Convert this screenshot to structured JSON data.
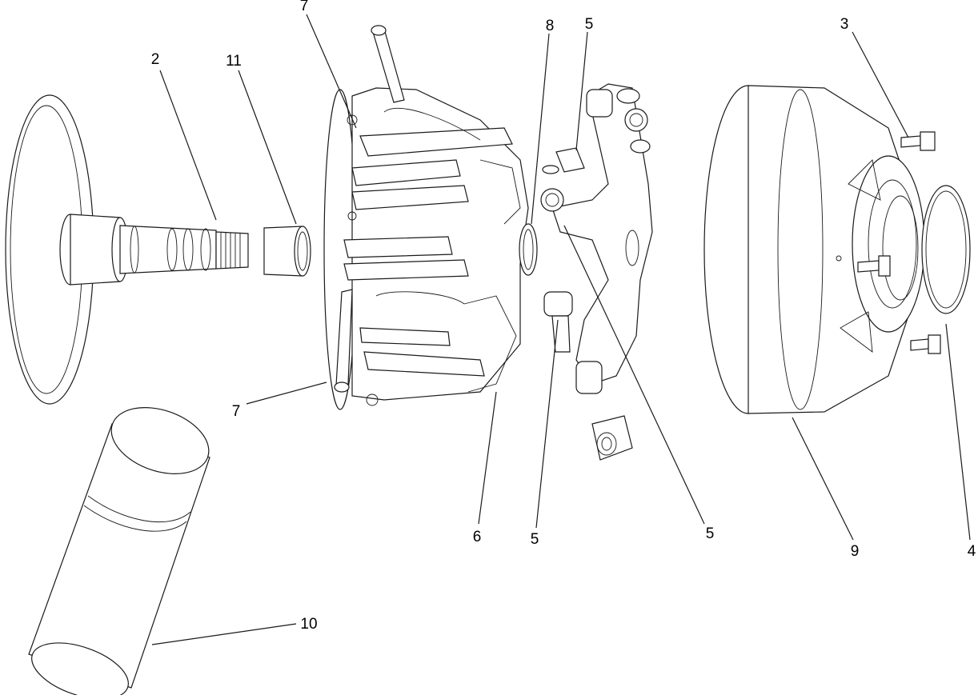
{
  "callouts": [
    {
      "id": "c2a",
      "label": "2"
    },
    {
      "id": "c11",
      "label": "11"
    },
    {
      "id": "c7a",
      "label": "7"
    },
    {
      "id": "c7b",
      "label": "7"
    },
    {
      "id": "c8",
      "label": "8"
    },
    {
      "id": "c5a",
      "label": "5"
    },
    {
      "id": "c5b",
      "label": "5"
    },
    {
      "id": "c5c",
      "label": "5"
    },
    {
      "id": "c6",
      "label": "6"
    },
    {
      "id": "c3",
      "label": "3"
    },
    {
      "id": "c9",
      "label": "9"
    },
    {
      "id": "c4",
      "label": "4"
    },
    {
      "id": "c10",
      "label": "10"
    }
  ],
  "palette": {
    "line": "#1a1a1a",
    "background": "#ffffff"
  }
}
